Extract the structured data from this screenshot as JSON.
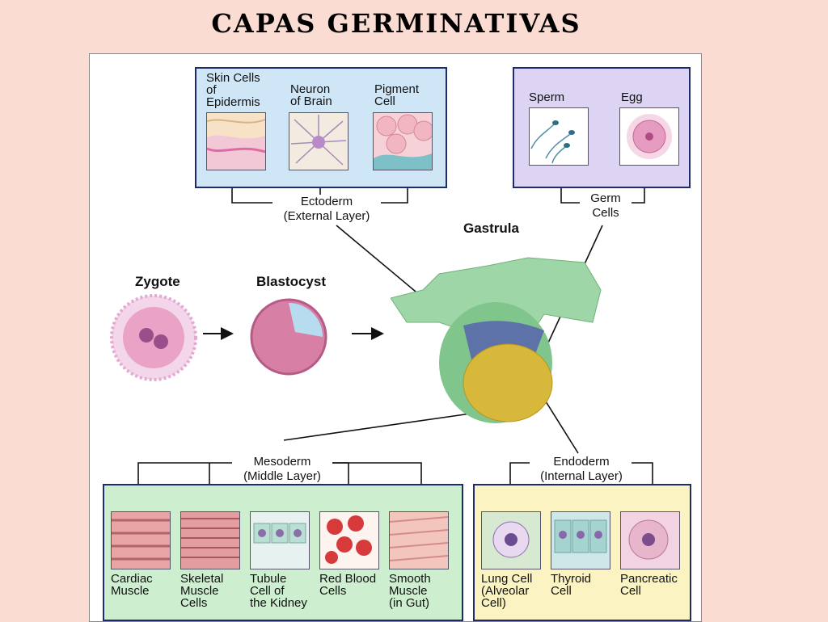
{
  "title": "CAPAS  GERMINATIVAS",
  "stages": {
    "zygote": "Zygote",
    "blastocyst": "Blastocyst",
    "gastrula": "Gastrula"
  },
  "layers": {
    "ectoderm": "Ectoderm\n(External Layer)",
    "germ": "Germ\nCells",
    "mesoderm": "Mesoderm\n(Middle Layer)",
    "endoderm": "Endoderm\n(Internal Layer)"
  },
  "ectoderm_cells": [
    "Skin Cells\nof\nEpidermis",
    "Neuron\nof Brain",
    "Pigment\nCell"
  ],
  "germ_cells": [
    "Sperm",
    "Egg"
  ],
  "mesoderm_cells": [
    "Cardiac\nMuscle",
    "Skeletal\nMuscle\nCells",
    "Tubule\nCell of\nthe Kidney",
    "Red Blood\nCells",
    "Smooth\nMuscle\n(in Gut)"
  ],
  "endoderm_cells": [
    "Lung Cell\n(Alveolar\nCell)",
    "Thyroid\nCell",
    "Pancreatic\nCell"
  ],
  "colors": {
    "ectoderm_box": "#cfe6f7",
    "germ_box": "#dcd4f2",
    "mesoderm_box": "#cdeecf",
    "endoderm_box": "#fbf4c2",
    "border": "#1e2a6b"
  }
}
